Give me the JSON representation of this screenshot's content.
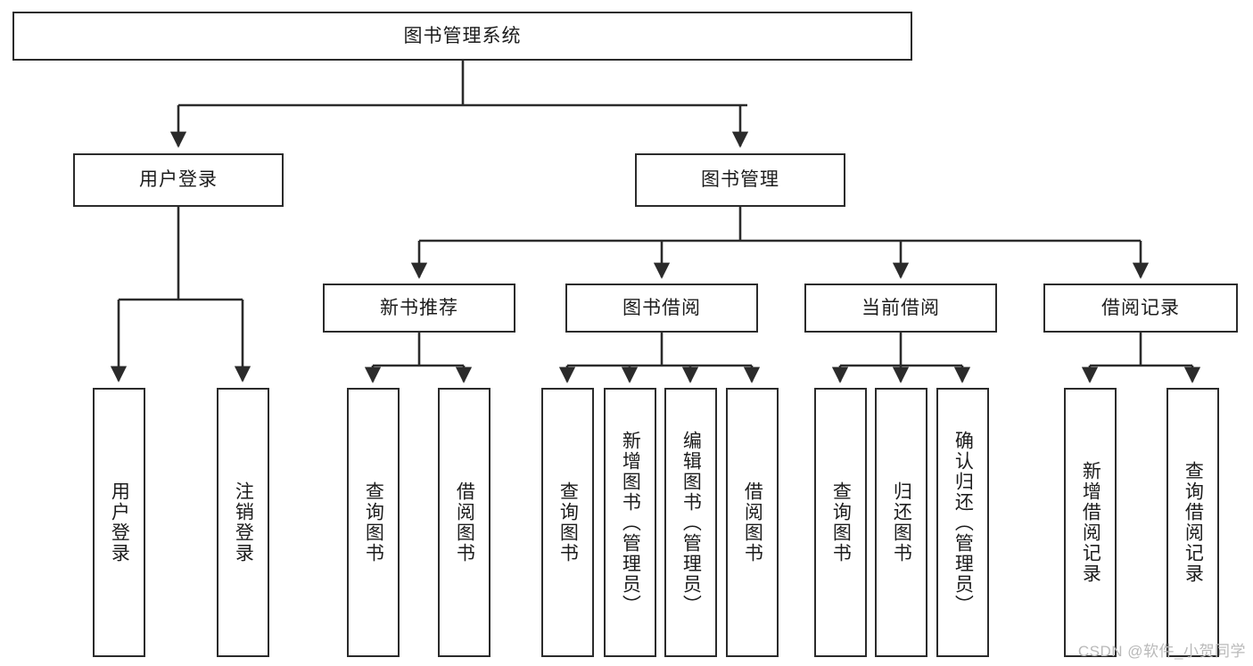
{
  "diagram": {
    "type": "tree-hierarchy",
    "title": "图书管理系统",
    "text_direction_leaves": "vertical",
    "colors": {
      "box_border": "#2b2b2b",
      "box_fill": "#ffffff",
      "edge": "#2b2b2b",
      "text": "#1c1c1c",
      "watermark": "#b9b9b9",
      "background": "#ffffff"
    },
    "watermark": "CSDN @软件_小贺同学",
    "nodes": {
      "root": {
        "label": "图书管理系统"
      },
      "level2": [
        {
          "id": "user-login",
          "label": "用户登录"
        },
        {
          "id": "book-manage",
          "label": "图书管理"
        }
      ],
      "level3": [
        {
          "id": "new-book-rec",
          "label": "新书推荐"
        },
        {
          "id": "book-borrow",
          "label": "图书借阅"
        },
        {
          "id": "current-borrow",
          "label": "当前借阅"
        },
        {
          "id": "borrow-record",
          "label": "借阅记录"
        }
      ],
      "leaves": [
        {
          "id": "leaf-user-login",
          "label": "用户登录",
          "parent": "user-login"
        },
        {
          "id": "leaf-user-logout",
          "label": "注销登录",
          "parent": "user-login"
        },
        {
          "id": "leaf-query-book-1",
          "label": "查询图书",
          "parent": "new-book-rec"
        },
        {
          "id": "leaf-borrow-book-1",
          "label": "借阅图书",
          "parent": "new-book-rec"
        },
        {
          "id": "leaf-query-book-2",
          "label": "查询图书",
          "parent": "book-borrow"
        },
        {
          "id": "leaf-add-book",
          "label": "新增图书（管理员）",
          "parent": "book-borrow"
        },
        {
          "id": "leaf-edit-book",
          "label": "编辑图书（管理员）",
          "parent": "book-borrow"
        },
        {
          "id": "leaf-borrow-book-2",
          "label": "借阅图书",
          "parent": "book-borrow"
        },
        {
          "id": "leaf-query-book-3",
          "label": "查询图书",
          "parent": "current-borrow"
        },
        {
          "id": "leaf-return-book",
          "label": "归还图书",
          "parent": "current-borrow"
        },
        {
          "id": "leaf-confirm-return",
          "label": "确认归还（管理员）",
          "parent": "current-borrow"
        },
        {
          "id": "leaf-add-record",
          "label": "新增借阅记录",
          "parent": "borrow-record"
        },
        {
          "id": "leaf-query-record",
          "label": "查询借阅记录",
          "parent": "borrow-record"
        }
      ]
    }
  }
}
